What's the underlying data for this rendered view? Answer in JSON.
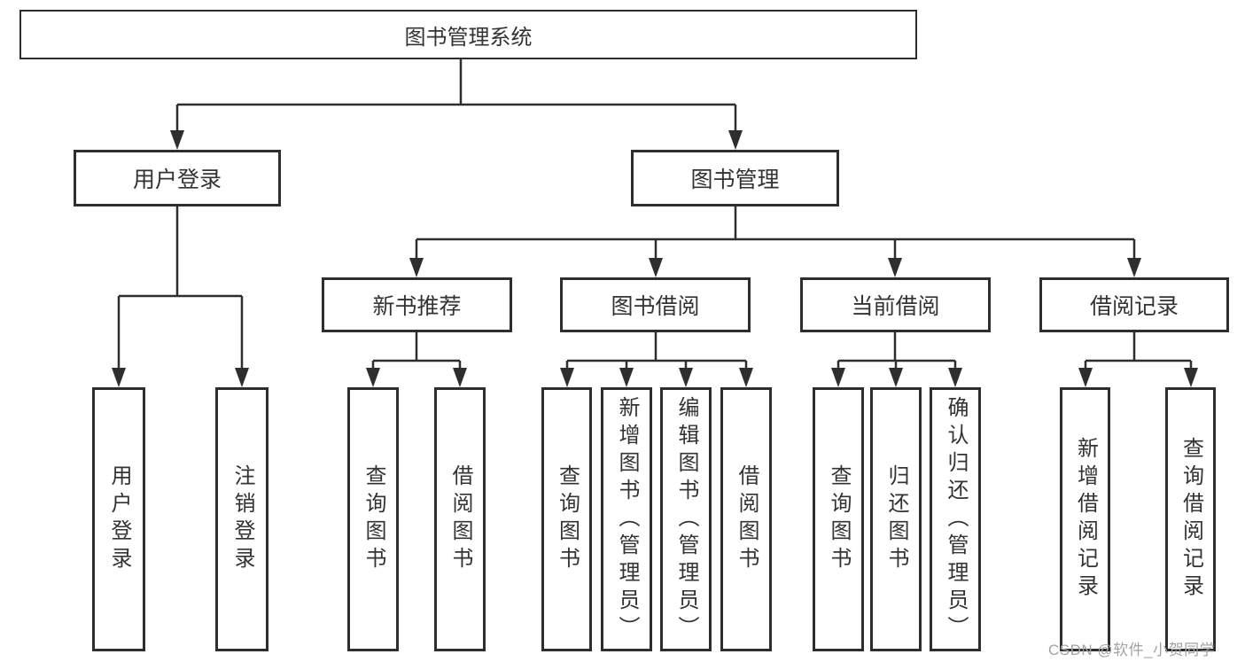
{
  "nodes": {
    "root": "图书管理系统",
    "user_login": "用户登录",
    "book_mgmt": "图书管理",
    "new_book_rec": "新书推荐",
    "book_borrow": "图书借阅",
    "current_borrow": "当前借阅",
    "borrow_records": "借阅记录",
    "leaf_user_login": "用户登录",
    "leaf_logout": "注销登录",
    "leaf_query_book_nb": "查询图书",
    "leaf_borrow_book_nb": "借阅图书",
    "leaf_query_book_bb": "查询图书",
    "leaf_add_book": "新增图书（管理员）",
    "leaf_edit_book": "编辑图书（管理员）",
    "leaf_borrow_book_bb": "借阅图书",
    "leaf_query_book_cb": "查询图书",
    "leaf_return_book": "归还图书",
    "leaf_confirm_return": "确认归还（管理员）",
    "leaf_add_record": "新增借阅记录",
    "leaf_query_record": "查询借阅记录"
  },
  "watermark": "CSDN @软件_小贺同学",
  "colors": {
    "line": "#2e2e2e",
    "box_border": "#2e2e2e",
    "text": "#333333",
    "box_background": "#ffffff",
    "page_background": "#ffffff",
    "watermark": "#a3a3a3"
  }
}
